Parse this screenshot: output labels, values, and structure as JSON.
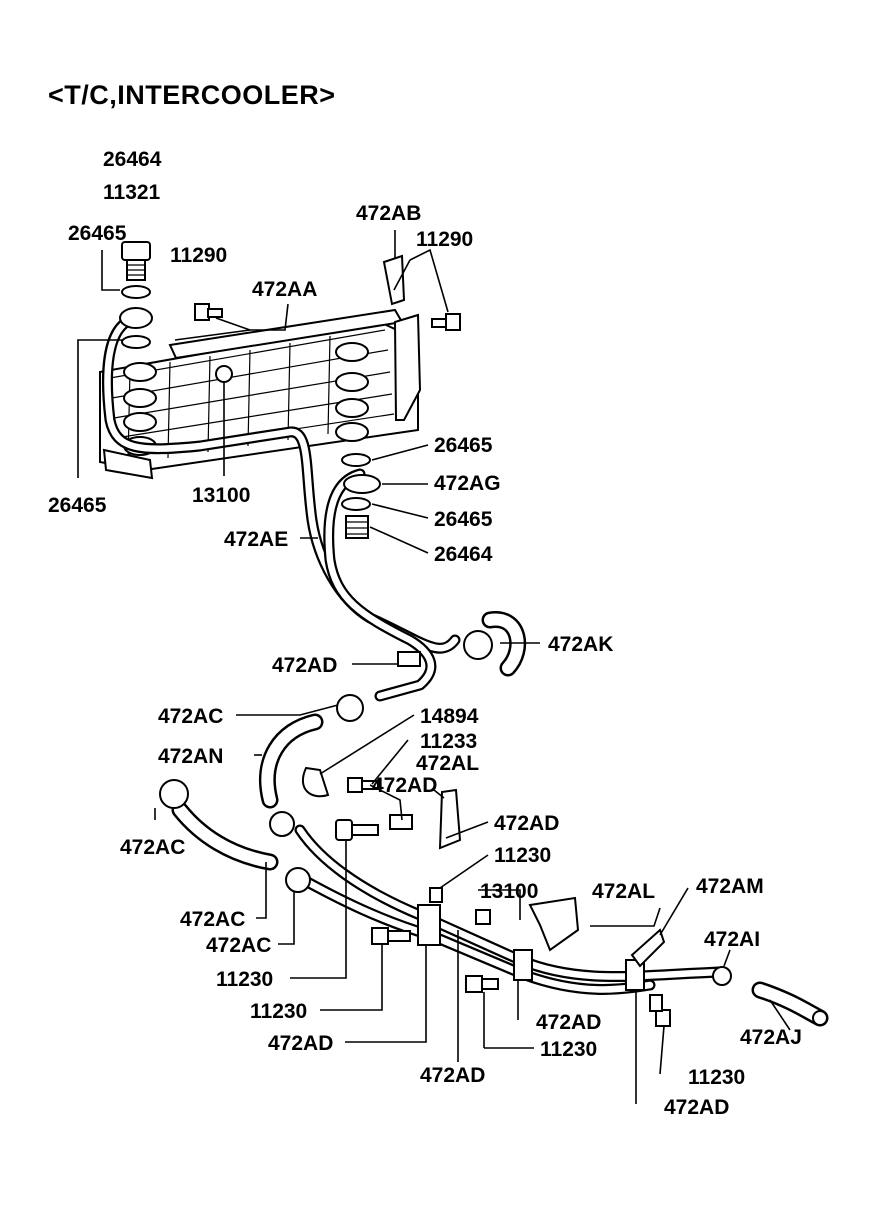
{
  "title": "<T/C,INTERCOOLER>",
  "labels": {
    "l26464a": "26464",
    "l11321": "11321",
    "l26465a": "26465",
    "l11290a": "11290",
    "l472AA": "472AA",
    "l472AB": "472AB",
    "l11290b": "11290",
    "l26465b": "26465",
    "l13100a": "13100",
    "l26465c": "26465",
    "l472AG": "472AG",
    "l26465d": "26465",
    "l472AE": "472AE",
    "l26464b": "26464",
    "l472AK": "472AK",
    "l472ADa": "472AD",
    "l472ACa": "472AC",
    "l14894": "14894",
    "l11233": "11233",
    "l472AN": "472AN",
    "l472ALa": "472AL",
    "l472ADb": "472AD",
    "l472ACb": "472AC",
    "l472ADc": "472AD",
    "l11230a": "11230",
    "l13100b": "13100",
    "l472ALb": "472AL",
    "l472AM": "472AM",
    "l472ACc": "472AC",
    "l472ACd": "472AC",
    "l472AI": "472AI",
    "l11230b": "11230",
    "l11230c": "11230",
    "l472ADd": "472AD",
    "l472AJ": "472AJ",
    "l472ADe": "472AD",
    "l11230d": "11230",
    "l472ADf": "472AD",
    "l11230e": "11230",
    "l472ADg": "472AD"
  }
}
